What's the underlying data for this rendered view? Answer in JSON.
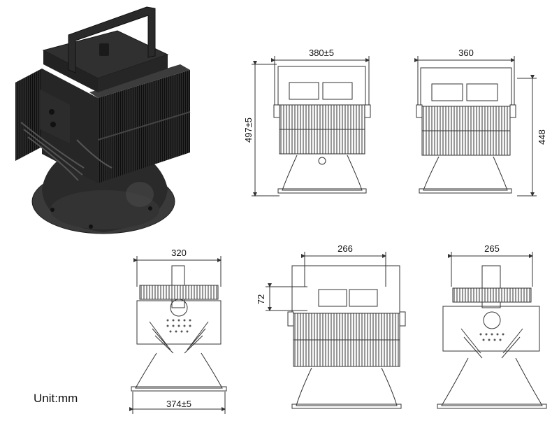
{
  "unit_label": "Unit:mm",
  "views": {
    "front_top": {
      "width": "380±5",
      "height": "497±5"
    },
    "side_top": {
      "width": "360",
      "height": "448"
    },
    "rear": {
      "top_width": "320",
      "bottom_width": "374±5"
    },
    "bracket": {
      "width": "266",
      "offset": "72"
    },
    "side_bottom": {
      "width": "265"
    }
  },
  "colors": {
    "lamp_body": "#2b2b2b",
    "line": "#333333",
    "fin": "#1a1a1a"
  }
}
